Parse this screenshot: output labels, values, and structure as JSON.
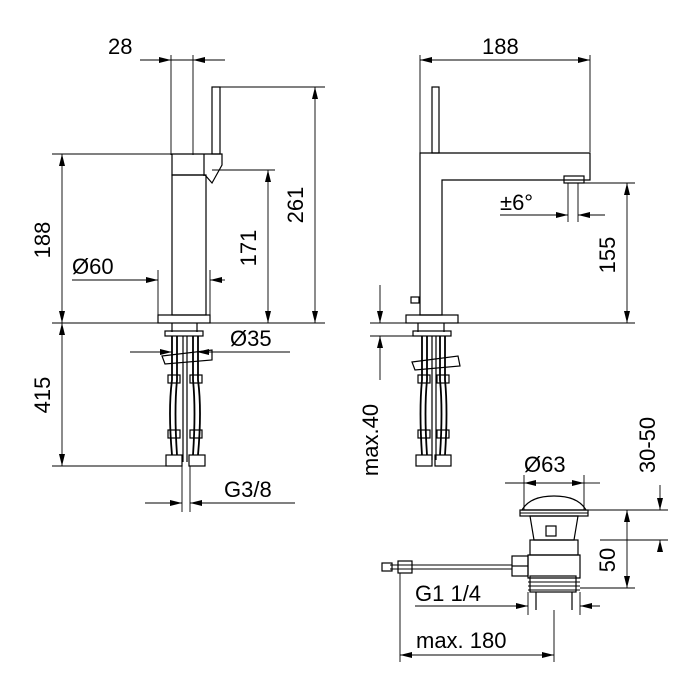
{
  "dimensions": {
    "spout_width_top": "28",
    "overall_depth": "188",
    "base_to_lever_height": "188",
    "total_height": "261",
    "body_diameter": "Ø60",
    "spout_height": "171",
    "hose_length": "415",
    "hole_diameter": "Ø35",
    "thread_size": "G3/8",
    "spray_angle": "±6°",
    "outlet_height": "155",
    "max_deck_thickness": "max.40",
    "waste_diameter": "Ø63",
    "waste_range": "30-50",
    "waste_height": "50",
    "waste_thread": "G1 1/4",
    "rod_max_length": "max. 180"
  }
}
